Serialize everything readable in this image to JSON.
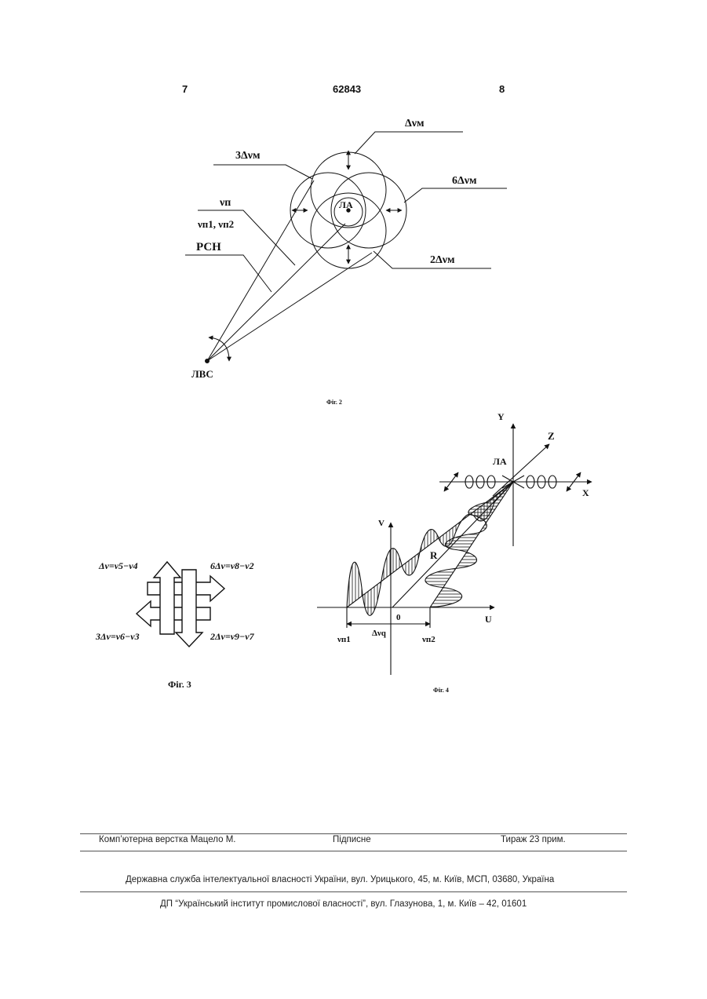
{
  "header": {
    "left_page": "7",
    "patent_number": "62843",
    "right_page": "8"
  },
  "fig2": {
    "caption": "Фіг. 2",
    "label_dnu_m": "Δνм",
    "label_3dnu_m": "3Δνм",
    "label_6dnu_m": "6Δνм",
    "label_2dnu_m": "2Δνм",
    "label_nu_n": "νп",
    "label_nu_n1_n2": "νп1, νп2",
    "label_rsn": "РСН",
    "label_la": "ЛА",
    "label_lvs": "ЛВС"
  },
  "fig3": {
    "caption": "Фіг. 3",
    "top_left": "Δν=ν5−ν4",
    "top_right": "6Δν=ν8−ν2",
    "bottom_left": "3Δν=ν6−ν3",
    "bottom_right": "2Δν=ν9−ν7"
  },
  "fig4": {
    "caption": "Фіг. 4",
    "axis_y": "Y",
    "axis_z": "Z",
    "axis_x": "X",
    "axis_v": "V",
    "axis_u": "U",
    "label_la": "ЛА",
    "label_r": "R",
    "label_zero": "0",
    "label_nu_n1": "νп1",
    "label_dnu_q": "Δνq",
    "label_nu_n2": "νп2"
  },
  "footer": {
    "layout": "Комп’ютерна верстка Мацело М.",
    "signed": "Підписне",
    "circulation": "Тираж 23 прим.",
    "agency": "Державна служба інтелектуальної власності України, вул. Урицького, 45, м. Київ, МСП, 03680, Україна",
    "institute": "ДП “Український інститут промислової власності”, вул. Глазунова, 1, м. Київ – 42, 01601"
  }
}
